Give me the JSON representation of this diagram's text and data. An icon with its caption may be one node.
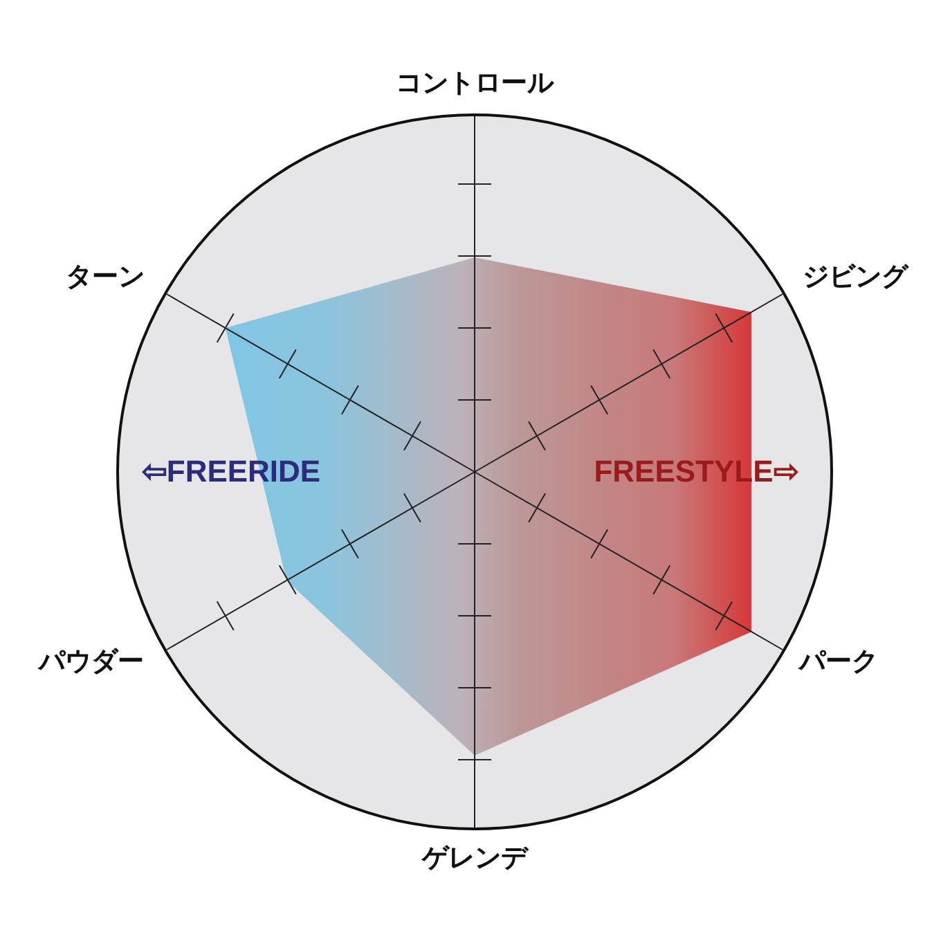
{
  "diagram": {
    "labels": [
      "コントロール",
      "ターン",
      "ジビング",
      "⇦FREERIDE",
      "FREESTYLE⇨",
      "パウダー",
      "パーク",
      "ゲレンデ"
    ]
  }
}
